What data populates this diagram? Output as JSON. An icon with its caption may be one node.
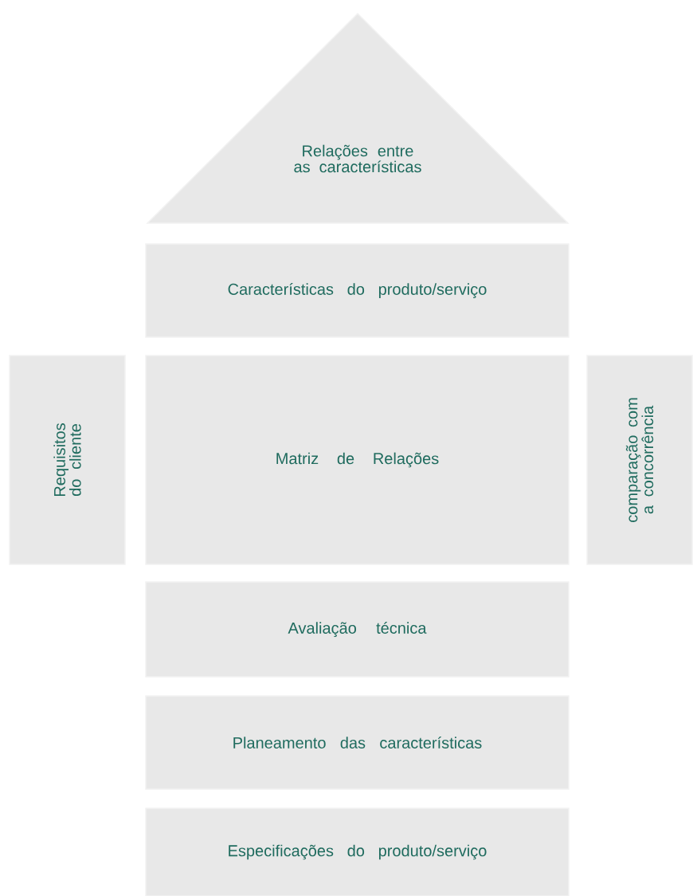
{
  "diagram": {
    "nodes": [
      {
        "text": [
          "Relações entre as características"
        ]
      },
      {
        "text": [
          "Características do produto/serviço"
        ]
      },
      {
        "text": [
          "Requisitos do cliente"
        ]
      },
      {
        "text": [
          "Matriz de Relações"
        ]
      },
      {
        "text": [
          "comparação com a concorrência"
        ]
      },
      {
        "text": [
          "Avaliação técnica"
        ]
      },
      {
        "text": [
          "Planeamento das características"
        ]
      },
      {
        "text": [
          "Especificações do produto/serviço"
        ]
      }
    ]
  }
}
